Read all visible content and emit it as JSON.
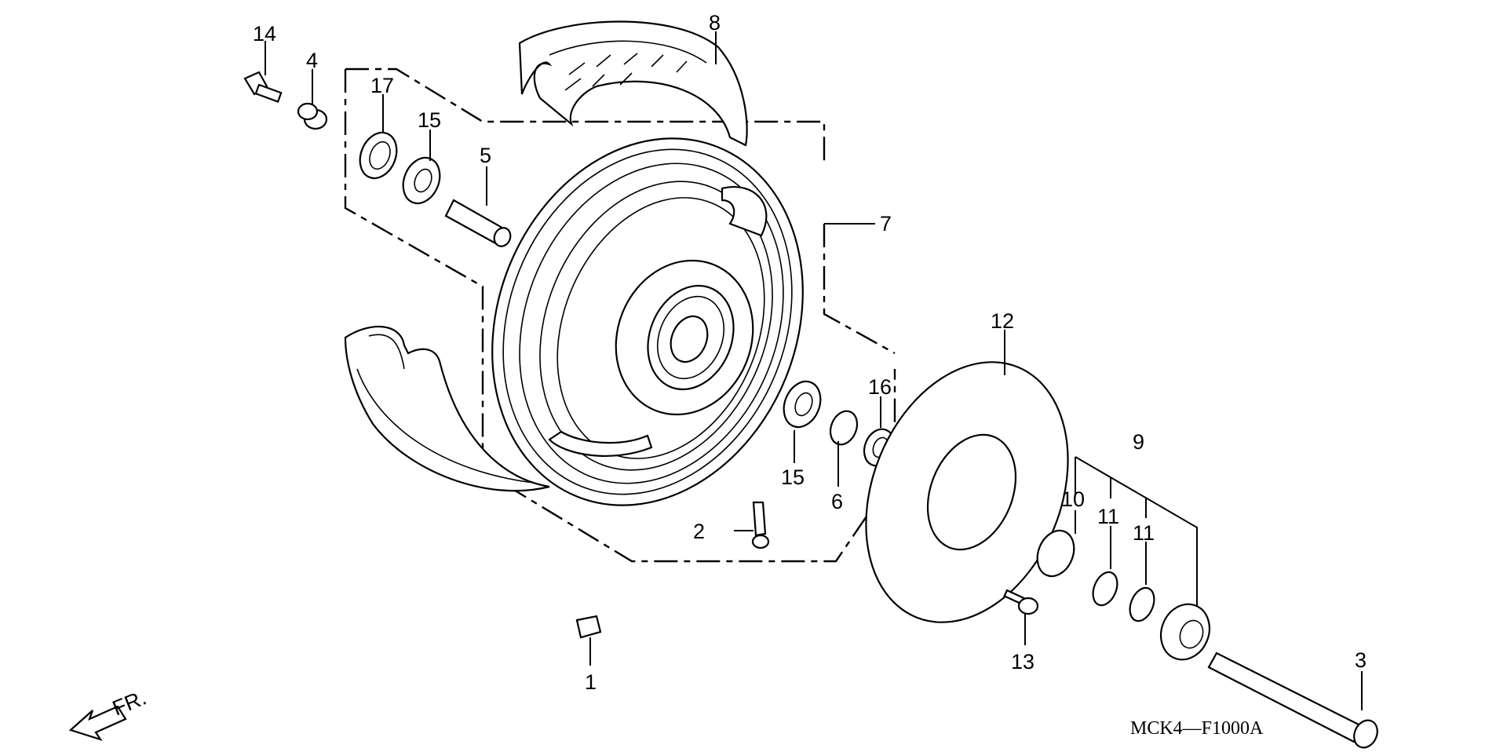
{
  "diagram": {
    "code": "MCK4—F1000A",
    "front_marker": "FR.",
    "callouts": [
      {
        "id": "c1",
        "text": "1"
      },
      {
        "id": "c2",
        "text": "2"
      },
      {
        "id": "c3",
        "text": "3"
      },
      {
        "id": "c4",
        "text": "4"
      },
      {
        "id": "c5",
        "text": "5"
      },
      {
        "id": "c6",
        "text": "6"
      },
      {
        "id": "c7",
        "text": "7"
      },
      {
        "id": "c8",
        "text": "8"
      },
      {
        "id": "c9",
        "text": "9"
      },
      {
        "id": "c10",
        "text": "10"
      },
      {
        "id": "c11a",
        "text": "11"
      },
      {
        "id": "c11b",
        "text": "11"
      },
      {
        "id": "c12",
        "text": "12"
      },
      {
        "id": "c13",
        "text": "13"
      },
      {
        "id": "c14",
        "text": "14"
      },
      {
        "id": "c15a",
        "text": "15"
      },
      {
        "id": "c15b",
        "text": "15"
      },
      {
        "id": "c16",
        "text": "16"
      },
      {
        "id": "c17",
        "text": "17"
      }
    ]
  }
}
